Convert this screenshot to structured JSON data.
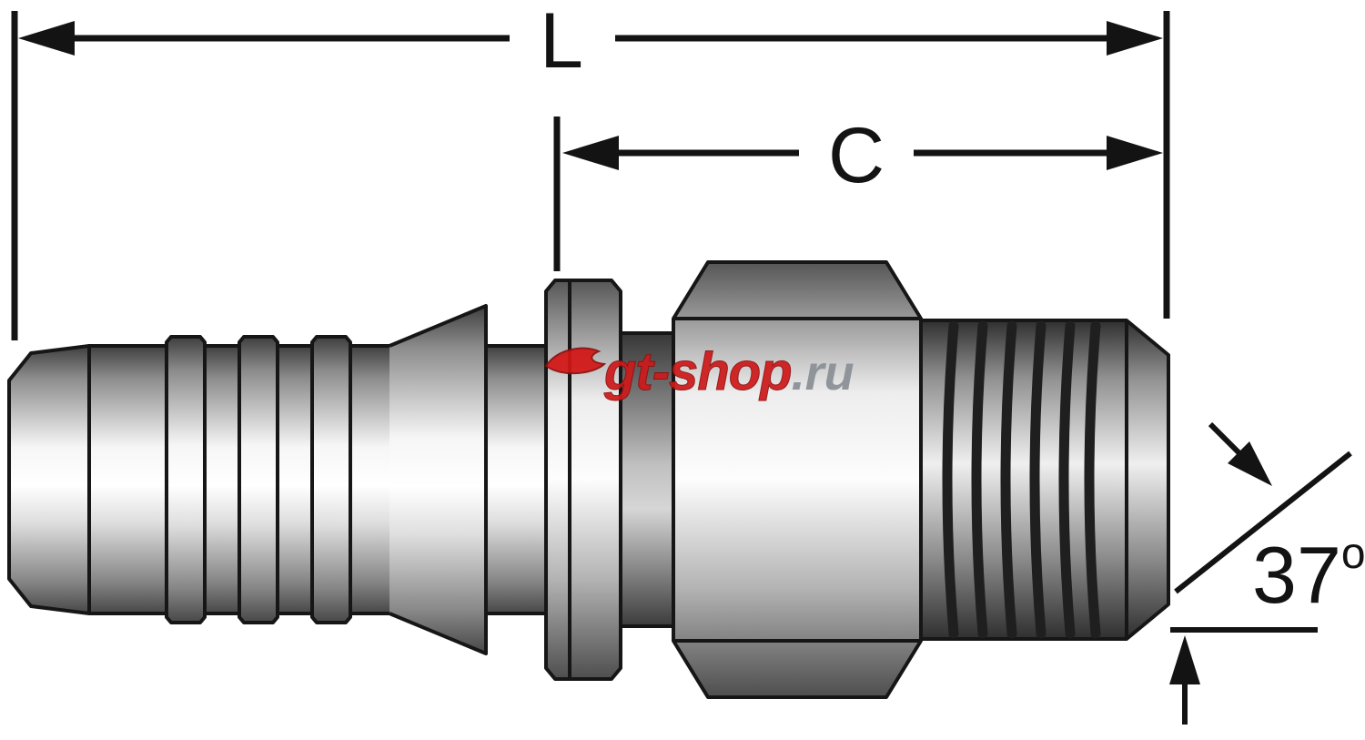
{
  "diagram": {
    "dimensions": {
      "length_label": "L",
      "cutoff_label": "C"
    },
    "angle_callout": {
      "value": "37",
      "superscript": "o"
    },
    "watermark": {
      "brand": "gt-shop",
      "tld": ".ru"
    },
    "colors": {
      "line": "#131313",
      "watermark_red": "#ce1a1a",
      "watermark_gray": "#8b9096"
    }
  }
}
